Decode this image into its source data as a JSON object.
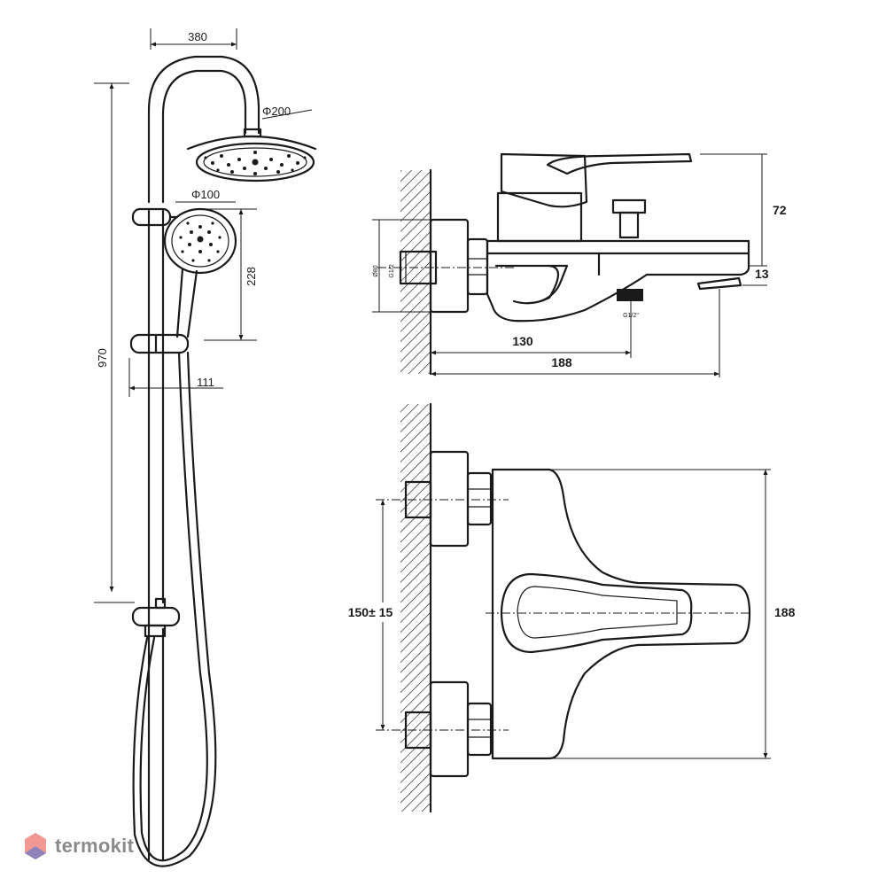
{
  "watermark": {
    "brand": "termokit",
    "colors": [
      "#e8453c",
      "#3b6fd8",
      "#8a8a8a"
    ]
  },
  "shower_set": {
    "dims": {
      "arm_reach": "380",
      "head_diameter": "Φ200",
      "hand_diameter": "Φ100",
      "hand_height": "228",
      "total_height": "970",
      "holder_depth": "111"
    }
  },
  "side_view": {
    "dims": {
      "top_height": "72",
      "spout_drop": "13",
      "spout_reach": "130",
      "total_depth": "188",
      "inlet_thread": "G1/2",
      "outlet_thread": "G1/2\"",
      "inlet_side": "Ø80"
    }
  },
  "top_view": {
    "dims": {
      "inlet_spacing": "150± 15",
      "width": "188"
    }
  }
}
